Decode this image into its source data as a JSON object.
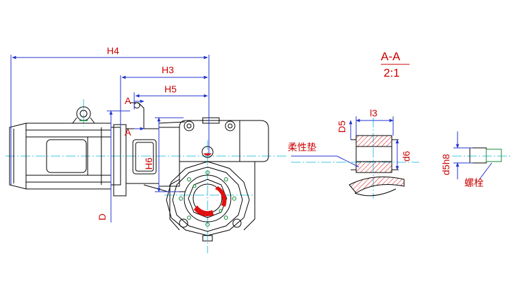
{
  "dimensions": {
    "H4": "H4",
    "H3": "H3",
    "H5": "H5",
    "H6": "H6",
    "D": "D",
    "D5": "D5",
    "l3": "l3",
    "d6": "d6",
    "d5h8": "d5h8"
  },
  "section": {
    "name": "A-A",
    "scale": "2:1"
  },
  "section_marks": {
    "top": "A",
    "bottom": "A"
  },
  "labels": {
    "flexible_pad": "柔性垫",
    "bolt": "螺栓"
  },
  "colors": {
    "dimension_text": "#cc0000",
    "dimension_line": "#2233cc",
    "outline": "#000000",
    "center_line": "#00b3d6",
    "highlight": "#e01010",
    "hatch": "#cc0000",
    "points": "#118833"
  }
}
